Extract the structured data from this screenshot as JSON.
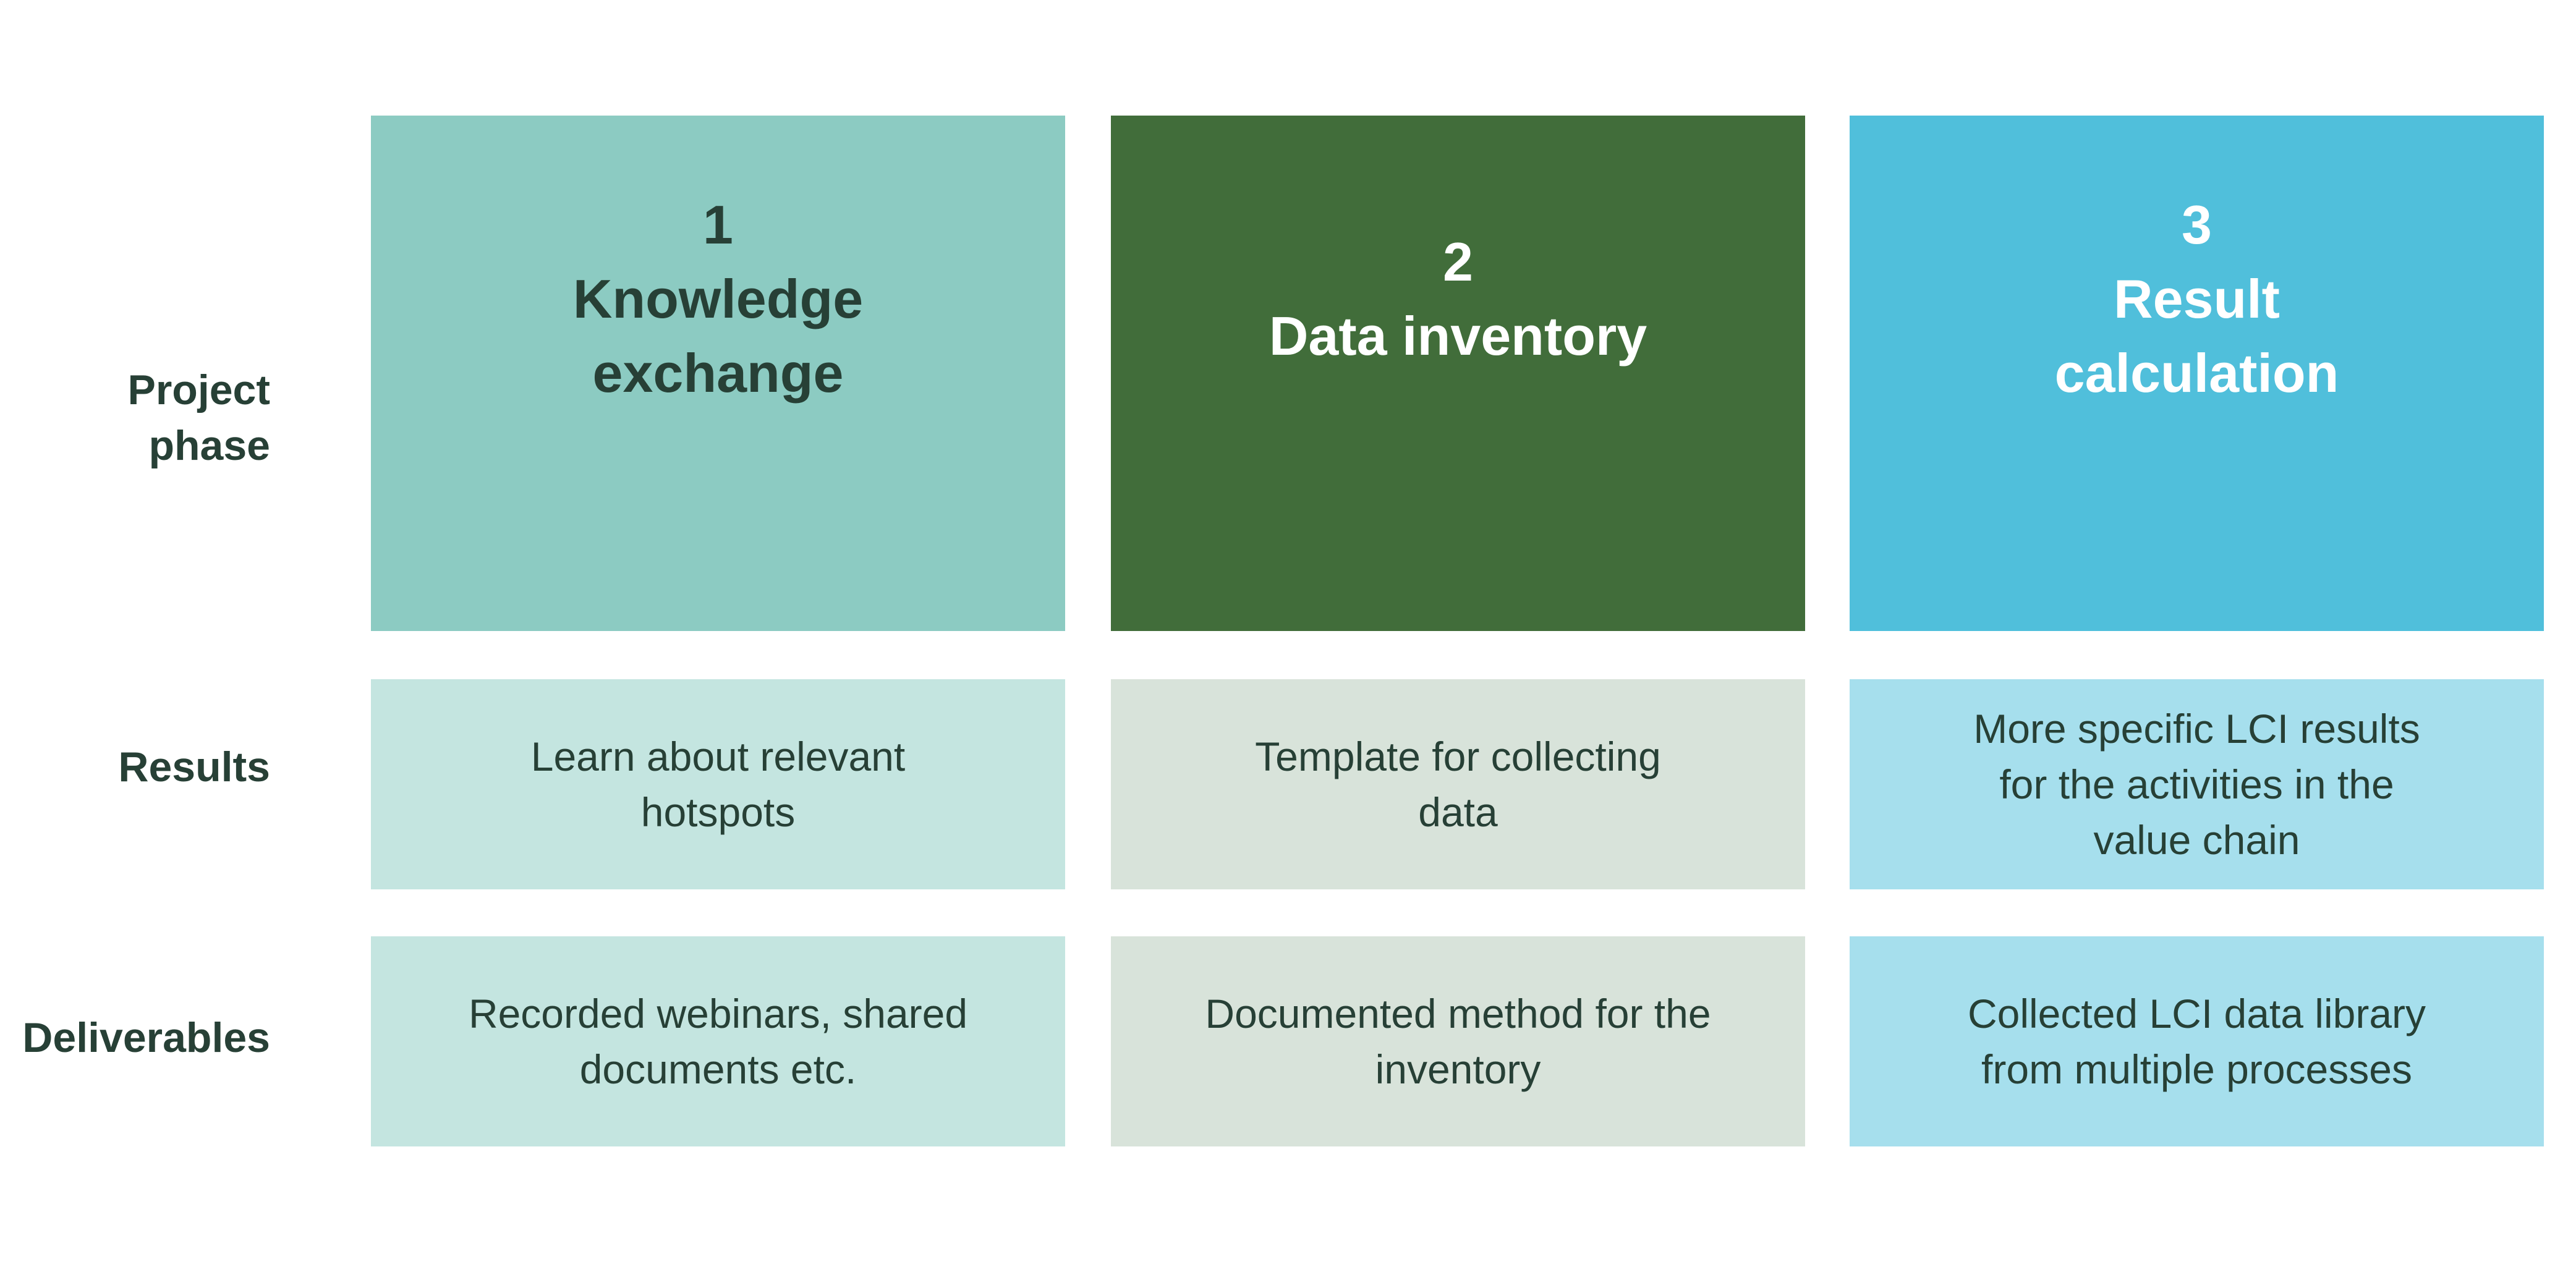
{
  "rows": {
    "phase": [
      "Project",
      "phase"
    ],
    "results": [
      "Results"
    ],
    "deliverables": [
      "Deliverables"
    ]
  },
  "phases": [
    {
      "number": "1",
      "title": [
        "Knowledge",
        "exchange"
      ],
      "color": "#8ccbc2",
      "text_color": "#274036"
    },
    {
      "number": "2",
      "title": [
        "Data inventory"
      ],
      "color": "#416d3a",
      "text_color": "#ffffff"
    },
    {
      "number": "3",
      "title": [
        "Result",
        "calculation"
      ],
      "color": "#50bfdb",
      "text_color": "#ffffff"
    }
  ],
  "results": [
    [
      "Learn about relevant",
      "hotspots"
    ],
    [
      "Template for collecting",
      "data"
    ],
    [
      "More specific LCI results",
      "for the activities in the",
      "value chain"
    ]
  ],
  "deliverables": [
    [
      "Recorded webinars, shared",
      "documents etc."
    ],
    [
      "Documented method for the",
      "inventory"
    ],
    [
      "Collected LCI data library",
      "from multiple processes"
    ]
  ]
}
